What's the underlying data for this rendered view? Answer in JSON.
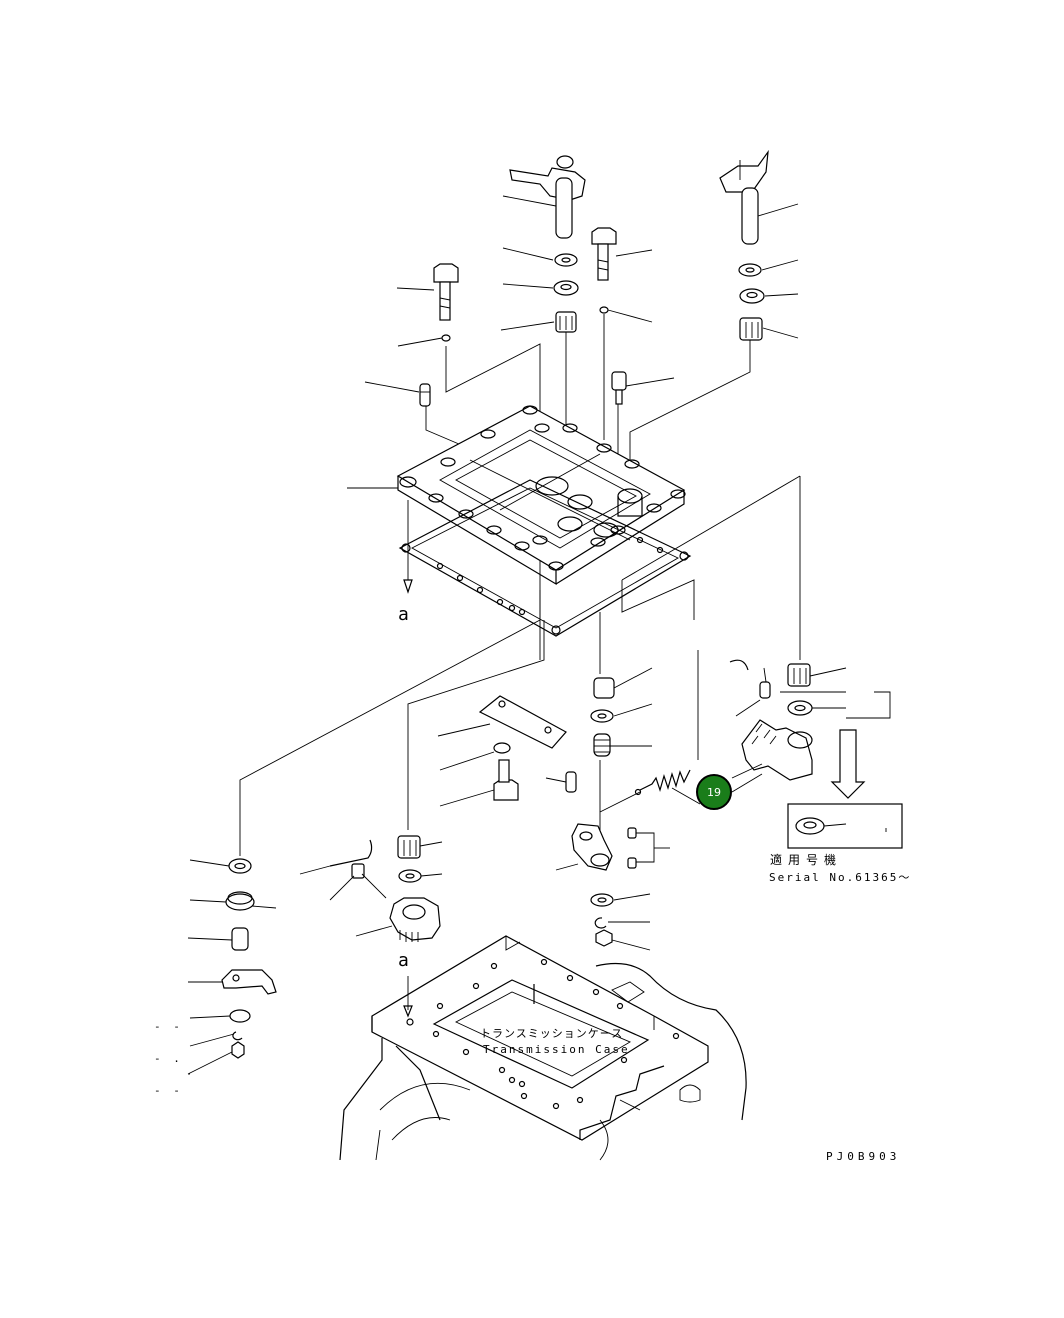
{
  "diagram": {
    "ref_a_top": "a",
    "ref_a_bottom": "a",
    "callout_number": "19",
    "serial_label_jp": "適用号機",
    "serial_label_en": "Serial No.61365～",
    "case_label_jp": "トランスミッションケース",
    "case_label_en": "Transmission Case",
    "drawing_code": "PJ0B903",
    "dash_marks": [
      "- -",
      "- .",
      "- -"
    ]
  },
  "colors": {
    "callout_fill": "#1a7d1a",
    "line": "#000000",
    "background": "#ffffff"
  }
}
